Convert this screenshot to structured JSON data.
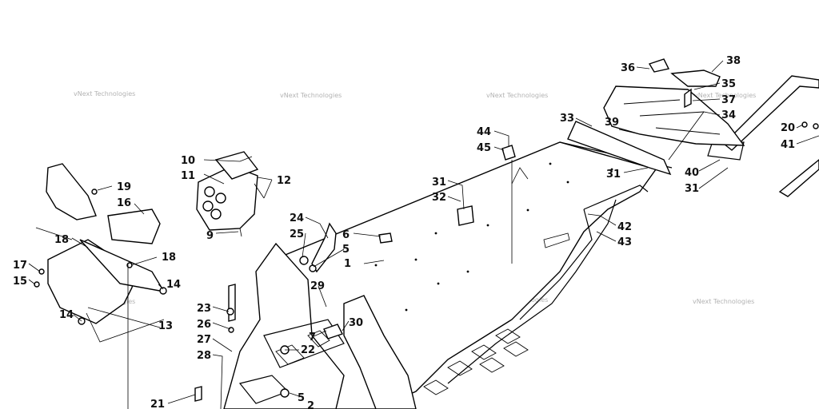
{
  "watermark": "vNext Technologies",
  "callouts": [
    {
      "id": "c1",
      "text": "1"
    },
    {
      "id": "c2",
      "text": "2"
    },
    {
      "id": "c5a",
      "text": "5"
    },
    {
      "id": "c5b",
      "text": "5"
    },
    {
      "id": "c6",
      "text": "6"
    },
    {
      "id": "c7",
      "text": "7"
    },
    {
      "id": "c9",
      "text": "9"
    },
    {
      "id": "c10",
      "text": "10"
    },
    {
      "id": "c11",
      "text": "11"
    },
    {
      "id": "c12",
      "text": "12"
    },
    {
      "id": "c13",
      "text": "13"
    },
    {
      "id": "c14a",
      "text": "14"
    },
    {
      "id": "c14b",
      "text": "14"
    },
    {
      "id": "c15",
      "text": "15"
    },
    {
      "id": "c16",
      "text": "16"
    },
    {
      "id": "c17",
      "text": "17"
    },
    {
      "id": "c18a",
      "text": "18"
    },
    {
      "id": "c18b",
      "text": "18"
    },
    {
      "id": "c19",
      "text": "19"
    },
    {
      "id": "c20",
      "text": "20"
    },
    {
      "id": "c21",
      "text": "21"
    },
    {
      "id": "c22",
      "text": "22"
    },
    {
      "id": "c23",
      "text": "23"
    },
    {
      "id": "c24",
      "text": "24"
    },
    {
      "id": "c25",
      "text": "25"
    },
    {
      "id": "c26",
      "text": "26"
    },
    {
      "id": "c27",
      "text": "27"
    },
    {
      "id": "c28",
      "text": "28"
    },
    {
      "id": "c29",
      "text": "29"
    },
    {
      "id": "c30",
      "text": "30"
    },
    {
      "id": "c31a",
      "text": "31"
    },
    {
      "id": "c31b",
      "text": "31"
    },
    {
      "id": "c31c",
      "text": "31"
    },
    {
      "id": "c32",
      "text": "32"
    },
    {
      "id": "c33",
      "text": "33"
    },
    {
      "id": "c34",
      "text": "34"
    },
    {
      "id": "c35",
      "text": "35"
    },
    {
      "id": "c36",
      "text": "36"
    },
    {
      "id": "c37",
      "text": "37"
    },
    {
      "id": "c38",
      "text": "38"
    },
    {
      "id": "c39",
      "text": "39"
    },
    {
      "id": "c40",
      "text": "40"
    },
    {
      "id": "c41",
      "text": "41"
    },
    {
      "id": "c42",
      "text": "42"
    },
    {
      "id": "c43",
      "text": "43"
    },
    {
      "id": "c44",
      "text": "44"
    },
    {
      "id": "c45",
      "text": "45"
    }
  ]
}
